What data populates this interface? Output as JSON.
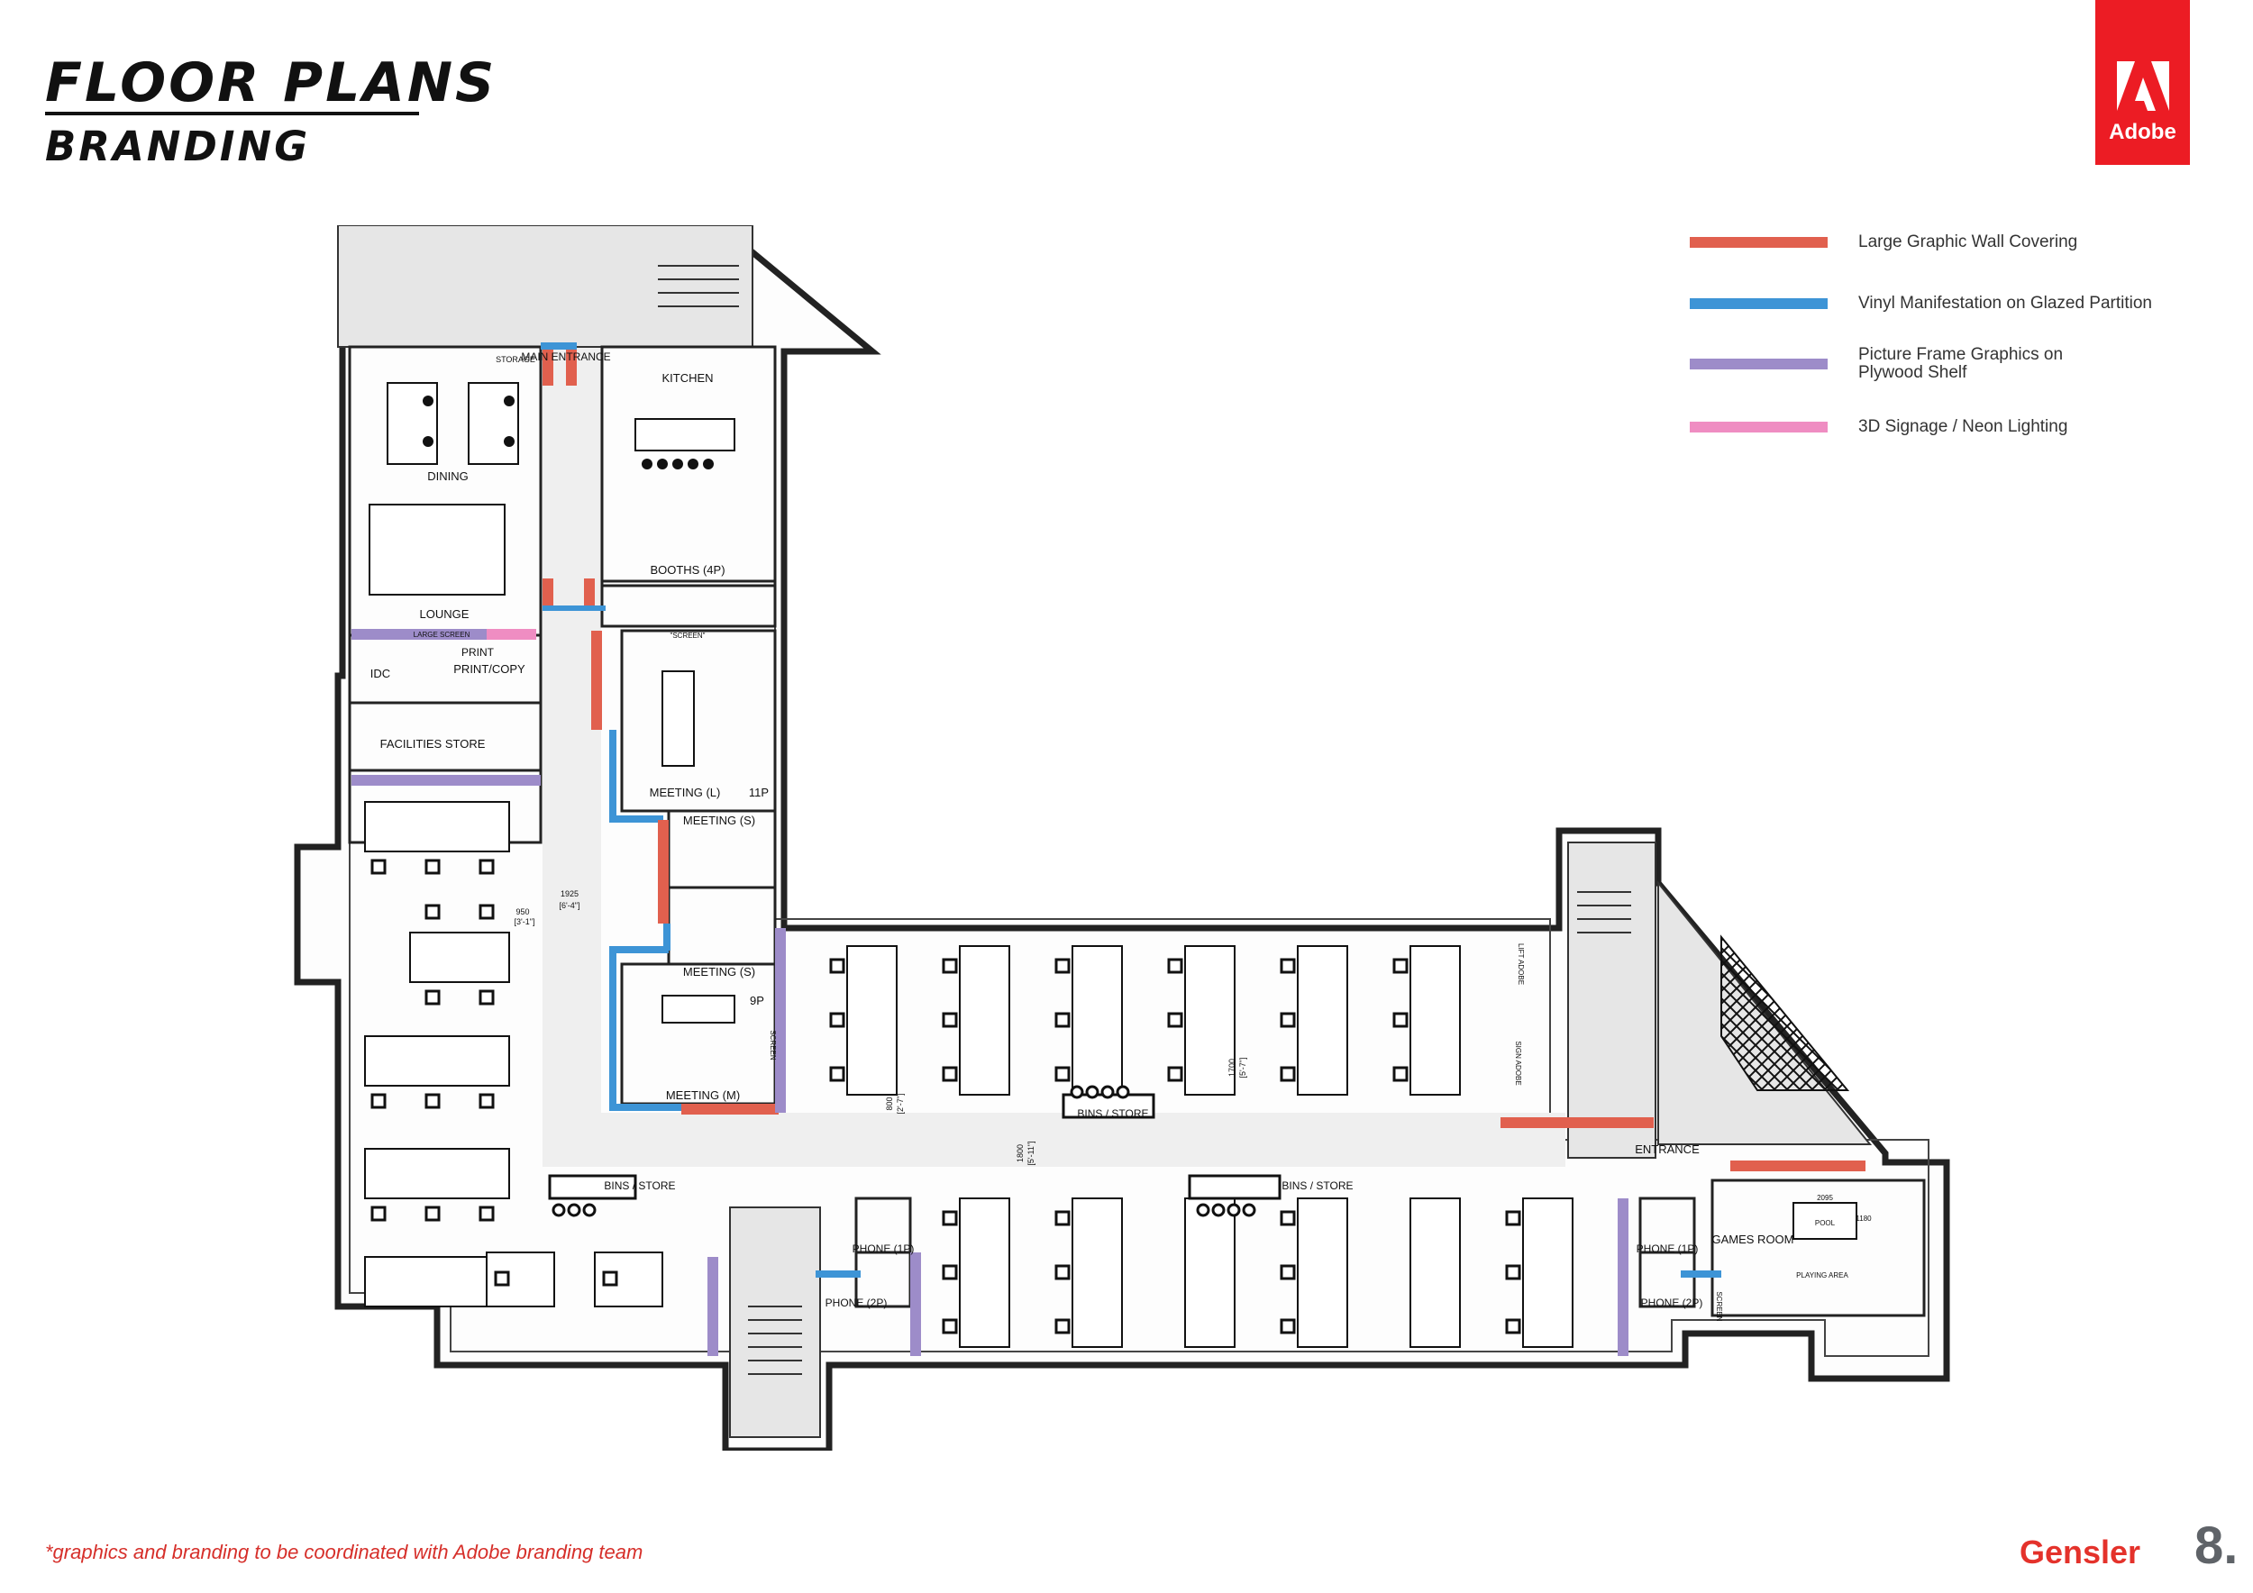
{
  "header": {
    "title": "FLOOR PLANS",
    "subtitle": "BRANDING"
  },
  "logo": {
    "text": "Adobe",
    "color": "#ec1c24"
  },
  "legend": {
    "items": [
      {
        "label": "Large Graphic Wall Covering",
        "color": "#e1604e"
      },
      {
        "label": "Vinyl Manifestation on Glazed Partition",
        "color": "#3d94d6"
      },
      {
        "label": "Picture Frame Graphics on Plywood Shelf",
        "color": "#9d8cc9"
      },
      {
        "label": "3D Signage / Neon Lighting",
        "color": "#ef8dc2"
      }
    ]
  },
  "floor_plan": {
    "room_labels": {
      "storage": "STORAGE",
      "main_entrance": "MAIN ENTRANCE",
      "kitchen": "KITCHEN",
      "dining": "DINING",
      "lounge": "LOUNGE",
      "large_screen": "LARGE SCREEN",
      "booths": "BOOTHS (4P)",
      "screen": "\"SCREEN\"",
      "idc": "IDC",
      "print": "PRINT",
      "print_copy": "PRINT/COPY",
      "facilities_store": "FACILITIES STORE",
      "meeting_l": "MEETING (L)",
      "meeting_l_cap": "11P",
      "meeting_s_upper": "MEETING (S)",
      "meeting_s_lower": "MEETING (S)",
      "meeting_m": "MEETING (M)",
      "meeting_m_cap": "9P",
      "screen_plain": "SCREEN",
      "dim_1925": "1925",
      "dim_1925_imp": "[6'-4\"]",
      "dim_950": "950",
      "dim_950_imp": "[3'-1\"]",
      "dim_1700": "1700",
      "dim_1700_imp": "[5'-7\"]",
      "dim_800": "800",
      "dim_800_imp": "[2'-7\"]",
      "dim_1800": "1800",
      "dim_1800_imp": "[5'-11\"]",
      "bins_store": "BINS / STORE",
      "entrance": "ENTRANCE",
      "games_room": "GAMES ROOM",
      "pool": "POOL",
      "dim_2095": "2095",
      "dim_1180": "1180",
      "playing_area": "PLAYING AREA",
      "phone_1p": "PHONE (1P)",
      "phone_2p": "PHONE (2P)",
      "lift_adobe": "LIFT ADOBE",
      "sign_adobe": "SIGN ADOBE"
    }
  },
  "footer": {
    "footnote": "*graphics and branding to be coordinated with Adobe branding team",
    "brand": "Gensler",
    "page_number": "8."
  }
}
